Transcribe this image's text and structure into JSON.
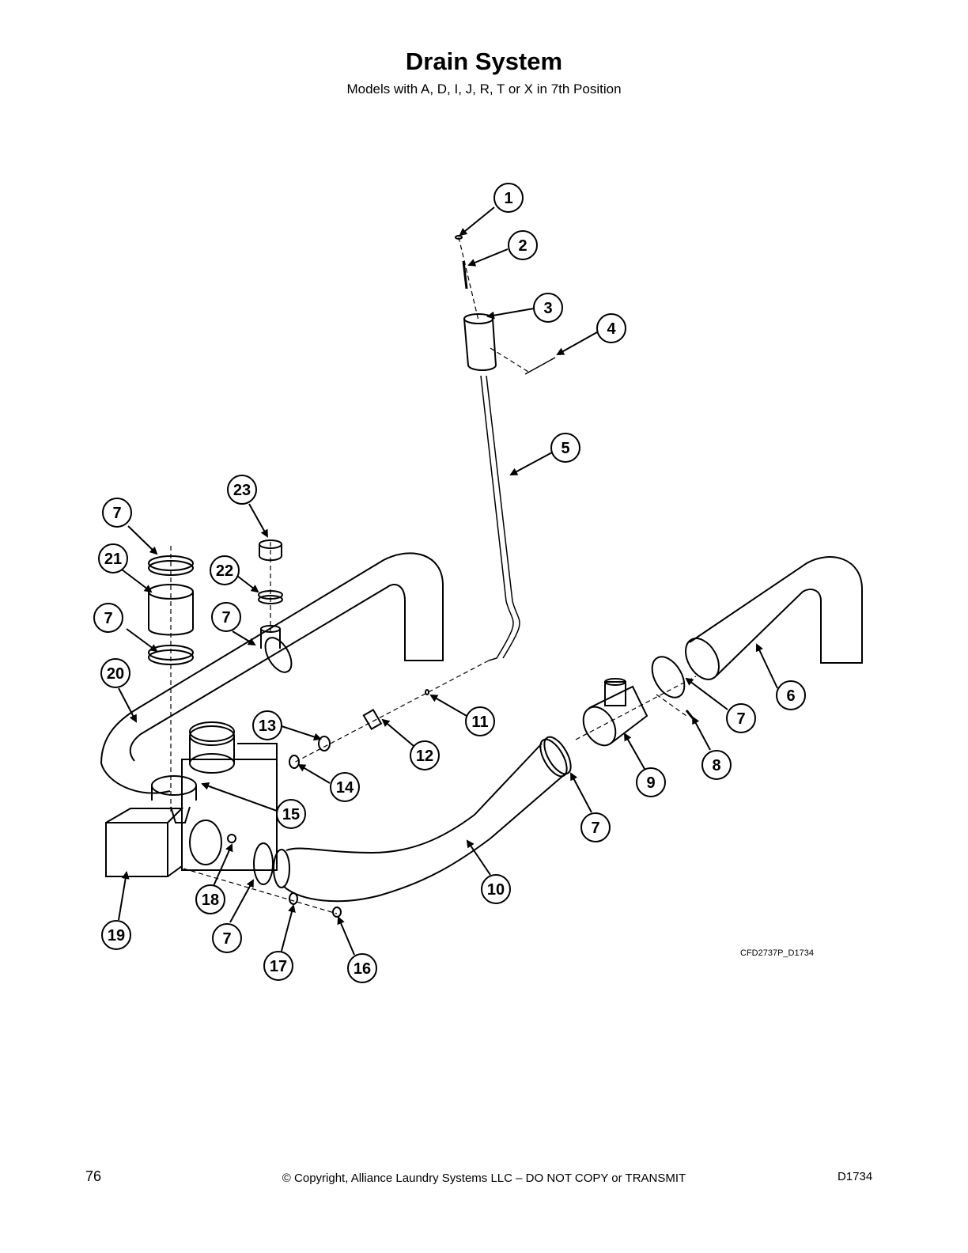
{
  "title": "Drain System",
  "subtitle": "Models with A, D, I, J, R, T or X in 7th Position",
  "diagram_code": "CFD2737P_D1734",
  "footer": {
    "page_number": "76",
    "copyright": "© Copyright, Alliance Laundry Systems LLC – DO NOT COPY or TRANSMIT",
    "doc_id": "D1734"
  },
  "callouts": [
    "1",
    "2",
    "3",
    "4",
    "5",
    "6",
    "7",
    "8",
    "9",
    "10",
    "11",
    "12",
    "13",
    "14",
    "15",
    "16",
    "17",
    "18",
    "19",
    "20",
    "21",
    "22",
    "23"
  ],
  "callout_7_label": "7"
}
